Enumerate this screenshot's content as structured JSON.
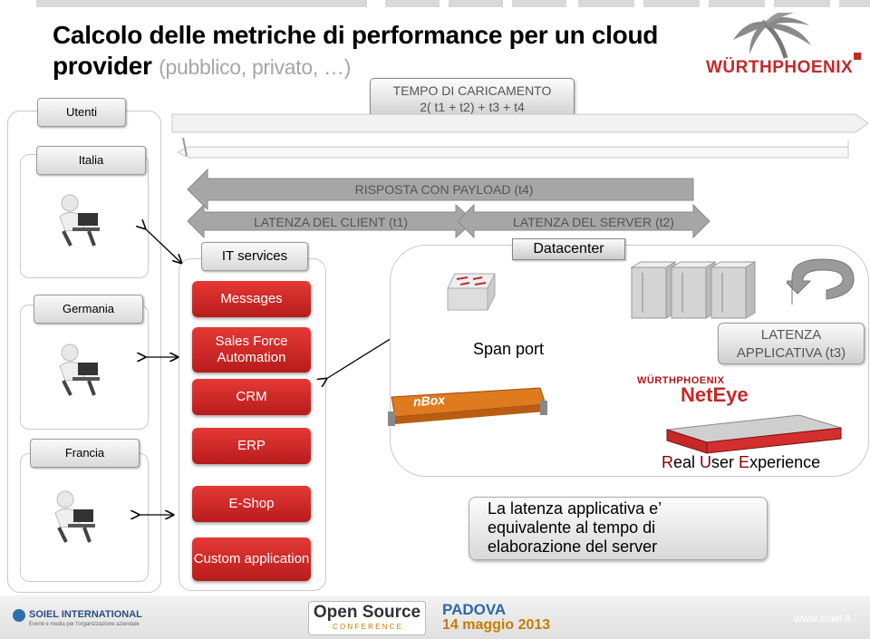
{
  "title": {
    "main": "Calcolo delle metriche di performance per un cloud provider",
    "sub": "(pubblico, privato, …)"
  },
  "logo": {
    "brand": "WÜRTHPHOENIX"
  },
  "users": {
    "label": "Utenti",
    "groups": [
      {
        "label": "Italia"
      },
      {
        "label": "Germania"
      },
      {
        "label": "Francia"
      }
    ]
  },
  "load_time": {
    "line1": "TEMPO DI CARICAMENTO",
    "line2": "2( t1 + t2) + t3 + t4"
  },
  "arrows": {
    "response": "RISPOSTA CON PAYLOAD (t4)",
    "client_latency": "LATENZA DEL CLIENT (t1)",
    "server_latency": "LATENZA DEL SERVER (t2)"
  },
  "it_services": {
    "label": "IT services",
    "items": [
      "Messages",
      "Sales Force Automation",
      "CRM",
      "ERP",
      "E-Shop",
      "Custom application"
    ]
  },
  "datacenter": {
    "label": "Datacenter",
    "span_port": "Span port",
    "app_latency": "LATENZA APPLICATIVA (t3)",
    "nbox_label": "nBox",
    "netey_brand": "WÜRTHPHOENIX",
    "netey_product": "NetEye",
    "rue": {
      "r": "R",
      "eal": "eal ",
      "u": "U",
      "ser": "ser ",
      "e": "E",
      "xperience": "xperience"
    }
  },
  "note": {
    "line1": "La latenza applicativa e’",
    "line2": "equivalente al tempo di",
    "line3": "elaborazione del server"
  },
  "footer": {
    "soiel": "SOIEL INTERNATIONAL",
    "soiel_sub": "Eventi e media per l'organizzazione aziendale",
    "open_source": "Open Source",
    "conference": "C O N F E R E N C E",
    "city": "PADOVA",
    "date": "14 maggio 2013",
    "url": "www.soiel.it"
  },
  "colors": {
    "accent_red": "#c62828",
    "brand_red": "#b3131a",
    "dark_red": "#8b0000"
  }
}
